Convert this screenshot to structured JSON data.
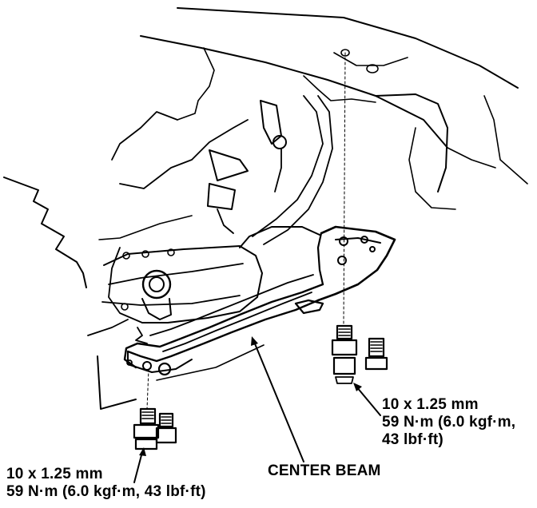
{
  "diagram": {
    "labels": {
      "right_bolt": {
        "size": "10 x 1.25 mm",
        "torque_line1": "59 N·m (6.0 kgf·m,",
        "torque_line2": "43 lbf·ft)"
      },
      "left_bolt": {
        "size": "10 x 1.25 mm",
        "torque": "59 N·m (6.0 kgf·m, 43 lbf·ft)"
      },
      "center_beam": "CENTER BEAM"
    }
  }
}
